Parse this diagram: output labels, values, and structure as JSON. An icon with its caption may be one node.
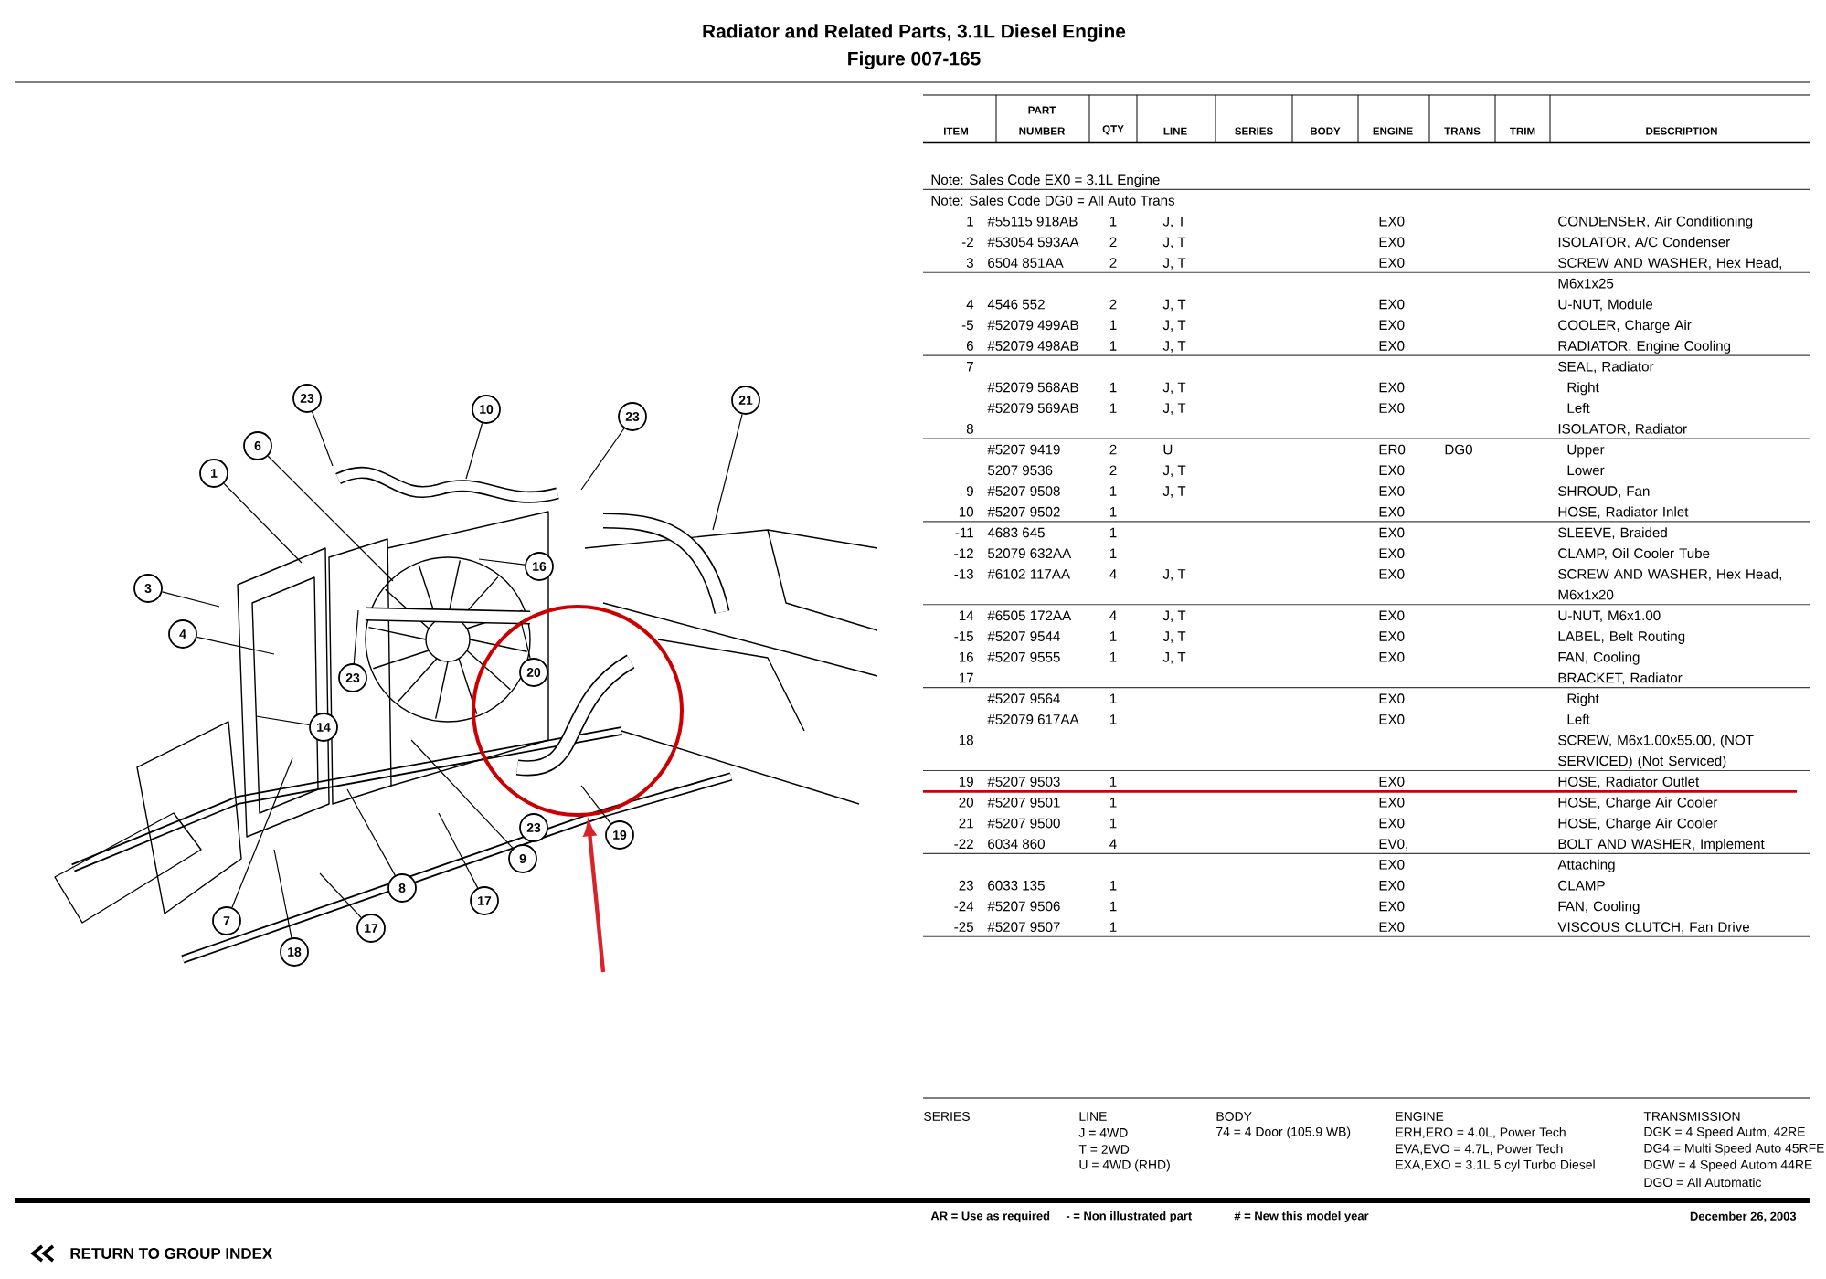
{
  "diagram": {
    "title": "Radiator and Related Parts, 3.1L Diesel Engine",
    "nodes": [
      {
        "text": [
          "23"
        ]
      },
      {
        "text": [
          "21"
        ]
      },
      {
        "text": [
          "10"
        ]
      },
      {
        "text": [
          "23"
        ]
      },
      {
        "text": [
          "6"
        ]
      },
      {
        "text": [
          "1"
        ]
      },
      {
        "text": [
          "16"
        ]
      },
      {
        "text": [
          "3"
        ]
      },
      {
        "text": [
          "4"
        ]
      },
      {
        "text": [],
        "shape": "circle"
      },
      {
        "text": [
          "20"
        ],
        "in": 9
      },
      {
        "text": [
          "23"
        ]
      },
      {
        "text": [
          "14"
        ]
      },
      {
        "text": [
          "23"
        ]
      },
      {
        "text": [
          "19"
        ]
      },
      {
        "text": [
          "9"
        ]
      },
      {
        "text": [
          "8"
        ]
      },
      {
        "text": [
          "17"
        ]
      },
      {
        "text": [
          "7"
        ]
      },
      {
        "text": [
          "17"
        ]
      },
      {
        "text": [
          "18"
        ]
      }
    ],
    "edges": [
      {
        "from": 0,
        "to": null,
        "arrow": "none"
      },
      {
        "from": 1,
        "to": null,
        "arrow": "none"
      },
      {
        "from": 2,
        "to": null,
        "arrow": "none"
      },
      {
        "from": 3,
        "to": null,
        "arrow": "none"
      },
      {
        "from": 4,
        "to": null,
        "arrow": "none"
      },
      {
        "from": 5,
        "to": null,
        "arrow": "none"
      },
      {
        "from": 6,
        "to": null,
        "arrow": "none"
      },
      {
        "from": 7,
        "to": null,
        "arrow": "none"
      },
      {
        "from": 8,
        "to": null,
        "arrow": "none"
      },
      {
        "from": 10,
        "to": null,
        "arrow": "none"
      },
      {
        "from": 11,
        "to": null,
        "arrow": "none"
      },
      {
        "from": 12,
        "to": null,
        "arrow": "none"
      },
      {
        "from": 14,
        "to": null,
        "arrow": "none"
      },
      {
        "from": 15,
        "to": null,
        "arrow": "none"
      },
      {
        "from": 16,
        "to": null,
        "arrow": "none"
      },
      {
        "from": 17,
        "to": null,
        "arrow": "none"
      },
      {
        "from": 18,
        "to": null,
        "arrow": "none"
      },
      {
        "from": 19,
        "to": null,
        "arrow": "none"
      },
      {
        "from": 20,
        "to": null,
        "arrow": "none"
      },
      {
        "from": null,
        "to": 9,
        "arrow": "to",
        "style": "thick",
        "color": "#d8232a"
      }
    ],
    "labels": [
      "Figure 007-165",
      "ITEM",
      "PART NUMBER",
      "QTY",
      "LINE",
      "SERIES",
      "BODY",
      "ENGINE",
      "TRANS",
      "TRIM",
      "DESCRIPTION",
      "Note: Sales Code EX0 = 3.1L Engine",
      "Note: Sales Code DG0 = All Auto Trans",
      "1",
      "#55115 918AB",
      "1",
      "J, T",
      "EX0",
      "CONDENSER, Air Conditioning",
      "-2",
      "#53054 593AA",
      "2",
      "J, T",
      "EX0",
      "ISOLATOR, A/C Condenser",
      "3",
      "6504 851AA",
      "2",
      "J, T",
      "EX0",
      "SCREW AND WASHER, Hex Head, M6x1x25",
      "4",
      "4546 552",
      "2",
      "J, T",
      "EX0",
      "U-NUT, Module",
      "-5",
      "#52079 499AB",
      "1",
      "J, T",
      "EX0",
      "COOLER, Charge Air",
      "6",
      "#52079 498AB",
      "1",
      "J, T",
      "EX0",
      "RADIATOR, Engine Cooling",
      "7",
      "SEAL, Radiator",
      "#52079 568AB",
      "1",
      "J, T",
      "EX0",
      "Right",
      "#52079 569AB",
      "1",
      "J, T",
      "EX0",
      "Left",
      "8",
      "ISOLATOR, Radiator",
      "#5207 9419",
      "2",
      "U",
      "ER0",
      "DG0",
      "Upper",
      "5207 9536",
      "2",
      "J, T",
      "EX0",
      "Lower",
      "9",
      "#5207 9508",
      "1",
      "J, T",
      "EX0",
      "SHROUD, Fan",
      "10",
      "#5207 9502",
      "1",
      "EX0",
      "HOSE, Radiator Inlet",
      "-11",
      "4683 645",
      "1",
      "EX0",
      "SLEEVE, Braided",
      "-12",
      "52079 632AA",
      "1",
      "EX0",
      "CLAMP, Oil Cooler Tube",
      "-13",
      "#6102 117AA",
      "4",
      "J, T",
      "EX0",
      "SCREW AND WASHER, Hex Head, M6x1x20",
      "14",
      "#6505 172AA",
      "4",
      "J, T",
      "EX0",
      "U-NUT, M6x1.00",
      "-15",
      "#5207 9544",
      "1",
      "J, T",
      "EX0",
      "LABEL, Belt Routing",
      "16",
      "#5207 9555",
      "1",
      "J, T",
      "EX0",
      "FAN, Cooling",
      "17",
      "BRACKET, Radiator",
      "#5207 9564",
      "1",
      "EX0",
      "Right",
      "#52079 617AA",
      "1",
      "EX0",
      "Left",
      "18",
      "SCREW, M6x1.00x55.00, (NOT SERVICED) (Not Serviced)",
      "19",
      "#5207 9503",
      "1",
      "EX0",
      "HOSE, Radiator Outlet",
      "20",
      "#5207 9501",
      "1",
      "EX0",
      "HOSE, Charge Air Cooler",
      "21",
      "#5207 9500",
      "1",
      "EX0",
      "HOSE, Charge Air Cooler",
      "-22",
      "6034 860",
      "4",
      "EV0, EX0",
      "BOLT AND WASHER, Implement Attaching",
      "23",
      "6033 135",
      "1",
      "EX0",
      "CLAMP",
      "-24",
      "#5207 9506",
      "1",
      "EX0",
      "FAN, Cooling",
      "-25",
      "#5207 9507",
      "1",
      "EX0",
      "VISCOUS CLUTCH, Fan Drive",
      "SERIES",
      "LINE",
      "J = 4WD",
      "T = 2WD",
      "U = 4WD (RHD)",
      "BODY",
      "74 = 4 Door (105.9 WB)",
      "ENGINE",
      "ERH,ERO = 4.0L, Power Tech",
      "EVA,EVO = 4.7L, Power Tech",
      "EXA,EXO = 3.1L 5 cyl Turbo Diesel",
      "TRANSMISSION",
      "DGK = 4 Speed Autm, 42RE",
      "DG4 = Multi Speed Auto 45RFE",
      "DGW = 4 Speed Autom 44RE",
      "DGO = All Automatic",
      "AR = Use as required",
      "- = Non illustrated part",
      "# = New this model year",
      "December 26, 2003",
      "RETURN TO GROUP INDEX"
    ]
  }
}
